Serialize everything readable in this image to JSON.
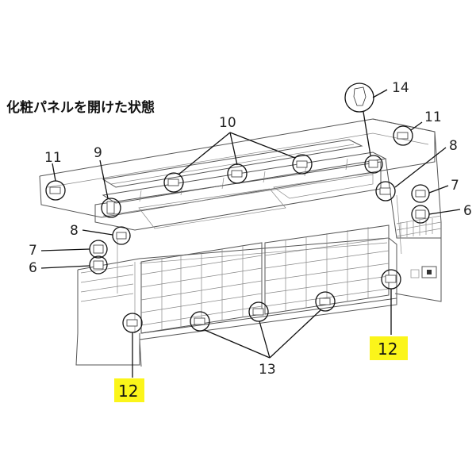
{
  "diagram": {
    "title": "化粧パネルを開けた状態",
    "callouts": {
      "c14": "14",
      "c11_right": "11",
      "c10": "10",
      "c11_left": "11",
      "c9": "9",
      "c8_right": "8",
      "c7_right": "7",
      "c6_right": "6",
      "c8_left": "8",
      "c7_left": "7",
      "c6_left": "6",
      "c12_right": "12",
      "c12_left": "12",
      "c13": "13"
    }
  }
}
